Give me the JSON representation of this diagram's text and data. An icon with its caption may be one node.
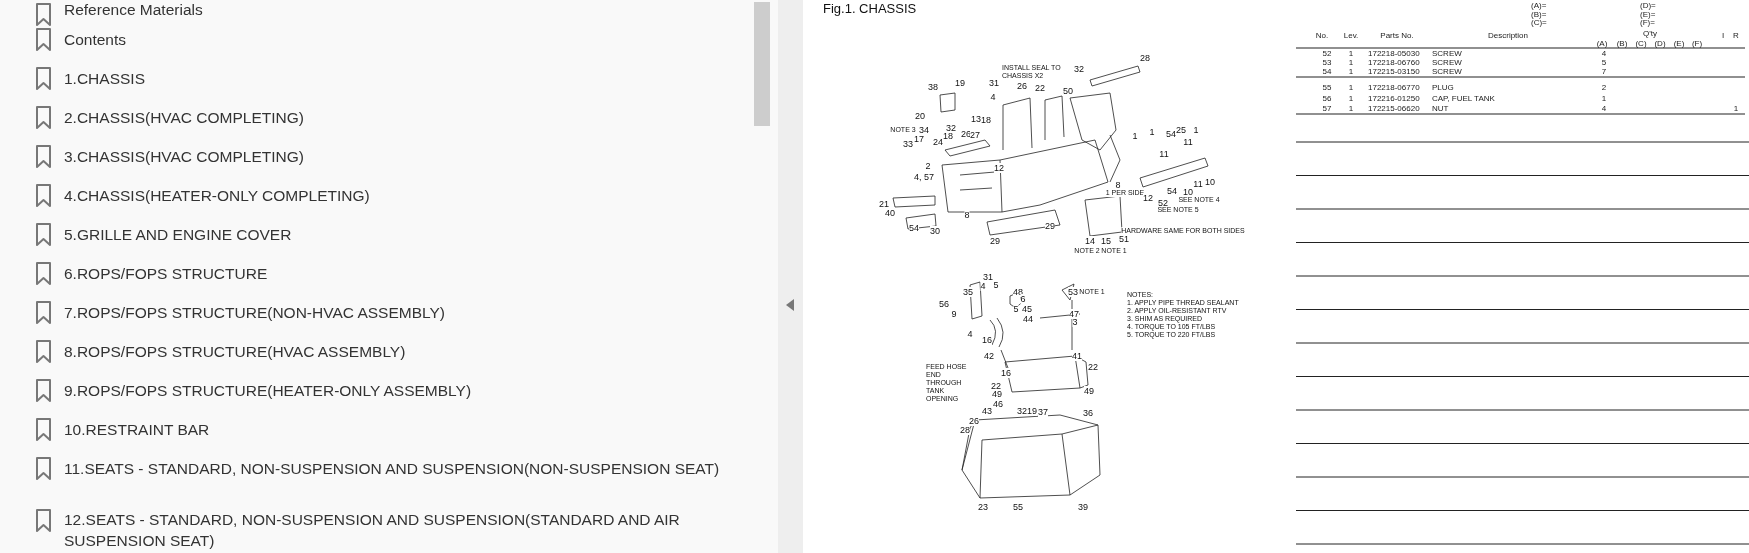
{
  "diagram": {
    "title": "Fig.1.  CHASSIS",
    "labels": [
      "Reference Materials",
      "Contents",
      "1.CHASSIS",
      "2.CHASSIS(HVAC COMPLETING)",
      "3.CHASSIS(HVAC COMPLETING)",
      "4.CHASSIS(HEATER-ONLY COMPLETING)",
      "5.GRILLE AND ENGINE COVER",
      "6.ROPS/FOPS STRUCTURE",
      "7.ROPS/FOPS STRUCTURE(NON-HVAC ASSEMBLY)",
      "8.ROPS/FOPS STRUCTURE(HVAC ASSEMBLY)",
      "9.ROPS/FOPS STRUCTURE(HEATER-ONLY ASSEMBLY)",
      "10.RESTRAINT BAR",
      "11.SEATS - STANDARD, NON-SUSPENSION AND SUSPENSION(NON-SUSPENSION SEAT)",
      "12.SEATS - STANDARD, NON-SUSPENSION AND SUSPENSION(STANDARD AND AIR SUSPENSION SEAT)",
      "(A)=",
      "(D)=",
      "(B)=",
      "(E)=",
      "(C)=",
      "(F)=",
      "No.",
      "Lev.",
      "Parts No.",
      "Description",
      "Q'ty",
      "I",
      "R",
      "(A)",
      "(B)",
      "(C)",
      "(D)",
      "(E)",
      "(F)",
      "52",
      "1",
      "172218-05030",
      "SCREW",
      "4",
      "53",
      "1",
      "172218-06760",
      "SCREW",
      "5",
      "54",
      "1",
      "172215-03150",
      "SCREW",
      "7",
      "55",
      "1",
      "172218-06770",
      "PLUG",
      "2",
      "56",
      "1",
      "172216-01250",
      "CAP, FUEL TANK",
      "1",
      "57",
      "1",
      "172215-06620",
      "NUT",
      "4",
      "1",
      "NOTES:",
      "1. APPLY PIPE THREAD SEALANT",
      "2. APPLY OIL-RESISTANT RTV",
      "3. SHIM AS REQUIRED",
      "4. TORQUE TO 105 FT/LBS",
      "5. TORQUE TO 220 FT/LBS",
      "28",
      "INSTALL SEAL TO CHASSIS X2",
      "32",
      "38",
      "19",
      "31",
      "26",
      "22",
      "50",
      "4",
      "20",
      "13",
      "18",
      "NOTE 3",
      "34",
      "32",
      "26",
      "27",
      "33",
      "17",
      "24",
      "18",
      "1",
      "1",
      "54",
      "25",
      "1",
      "11",
      "11",
      "2",
      "12",
      "4, 57",
      "11",
      "10",
      "8",
      "1 PER SIDE",
      "12",
      "54",
      "10",
      "SEE NOTE 4",
      "52",
      "SEE NOTE 5",
      "21",
      "40",
      "HARDWARE SAME FOR BOTH SIDES",
      "54",
      "30",
      "8",
      "29",
      "29",
      "14",
      "15",
      "51",
      "NOTE 2",
      "NOTE 1",
      "31",
      "4",
      "5",
      "35",
      "48",
      "56",
      "6",
      "5",
      "45",
      "53",
      "NOTE 1",
      "9",
      "44",
      "47",
      "3",
      "4",
      "16",
      "42",
      "16",
      "41",
      "22",
      "22",
      "49",
      "49",
      "FEED HOSE END THROUGH TANK OPENING",
      "46",
      "43",
      "26",
      "28",
      "32",
      "19",
      "37",
      "36",
      "23",
      "55",
      "39"
    ]
  }
}
